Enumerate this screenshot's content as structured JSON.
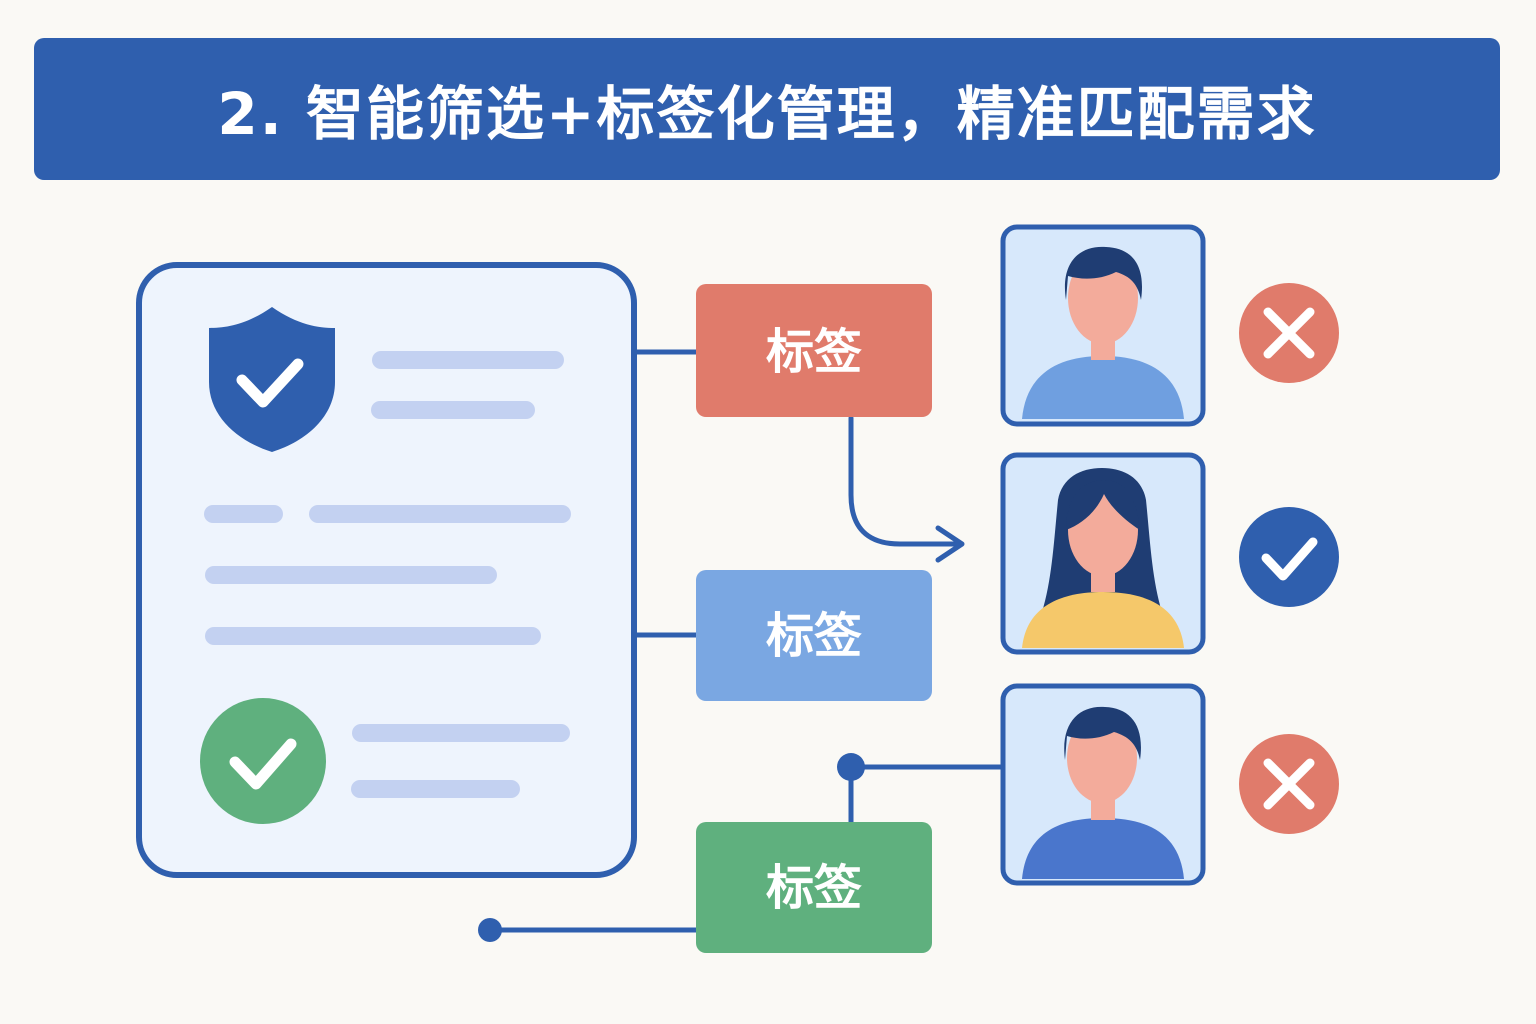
{
  "banner": {
    "title": "2. 智能筛选+标签化管理，精准匹配需求"
  },
  "tags": [
    {
      "label": "标签",
      "color": "#e07b6b"
    },
    {
      "label": "标签",
      "color": "#7aa7e2"
    },
    {
      "label": "标签",
      "color": "#5fb07e"
    }
  ],
  "candidates": [
    {
      "icon": "male-avatar-icon",
      "status": "reject",
      "status_icon": "cross-icon",
      "shirt_color": "#6f9fe0",
      "status_color": "#e07b6b"
    },
    {
      "icon": "female-avatar-icon",
      "status": "match",
      "status_icon": "check-icon",
      "shirt_color": "#f5c86a",
      "status_color": "#2f5fae"
    },
    {
      "icon": "male-avatar-icon",
      "status": "reject",
      "status_icon": "cross-icon",
      "shirt_color": "#4a76cc",
      "status_color": "#e07b6b"
    }
  ],
  "colors": {
    "primary": "#2f5fae",
    "document_bg": "#eef4fd",
    "text_line": "#c3d1f1",
    "verified": "#5fb07e",
    "avatar_bg": "#d7e8fb",
    "skin": "#f3ab9b",
    "hair": "#1f3d73"
  }
}
